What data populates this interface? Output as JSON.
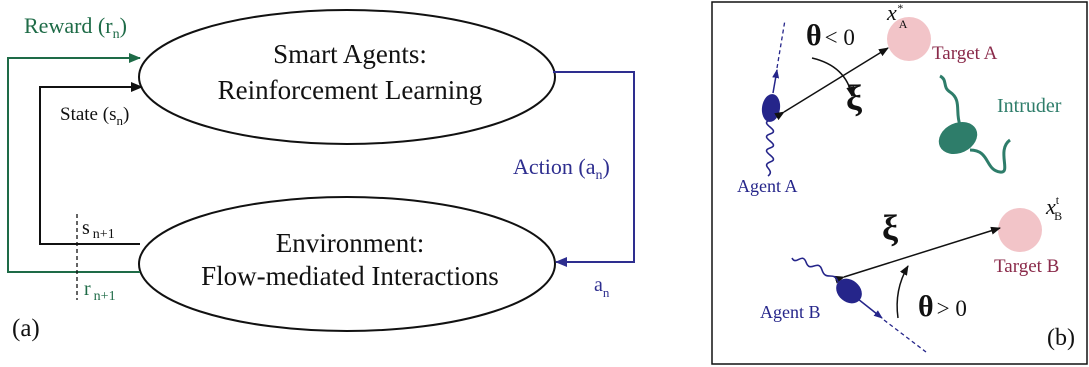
{
  "colors": {
    "reward_green": "#1e6b47",
    "action_blue": "#2e2e8f",
    "black": "#111111",
    "target_pink": "#f2c4c8",
    "target_label": "#8a2a4a",
    "intruder": "#2e7d6a",
    "agent_blue": "#25258a"
  },
  "panel_a": {
    "label": "(a)",
    "agent_box": {
      "line1": "Smart Agents:",
      "line2": "Reinforcement Learning"
    },
    "env_box": {
      "line1": "Environment:",
      "line2": "Flow-mediated Interactions"
    },
    "reward": {
      "text": "Reward (r",
      "sub": "n",
      "close": ")"
    },
    "state": {
      "text": "State (s",
      "sub": "n",
      "close": ")"
    },
    "action": {
      "text": "Action (a",
      "sub": "n",
      "close": ")"
    },
    "a_n": {
      "text": "a",
      "sub": "n"
    },
    "s_next": {
      "text": "s",
      "sub": "n+1"
    },
    "r_next": {
      "text": "r",
      "sub": "n+1"
    }
  },
  "panel_b": {
    "label": "(b)",
    "theta_top": {
      "symbol": "θ",
      "rel": "< 0"
    },
    "theta_bottom": {
      "symbol": "θ",
      "rel": "> 0"
    },
    "xi_top": "ξ",
    "xi_bottom": "ξ",
    "target_a": {
      "label": "Target A",
      "x": "x",
      "sup": "*",
      "sub": "A"
    },
    "target_b": {
      "label": "Target B",
      "x": "x",
      "sup": "t",
      "sub": "B"
    },
    "intruder": "Intruder",
    "agent_a": "Agent A",
    "agent_b": "Agent B"
  }
}
